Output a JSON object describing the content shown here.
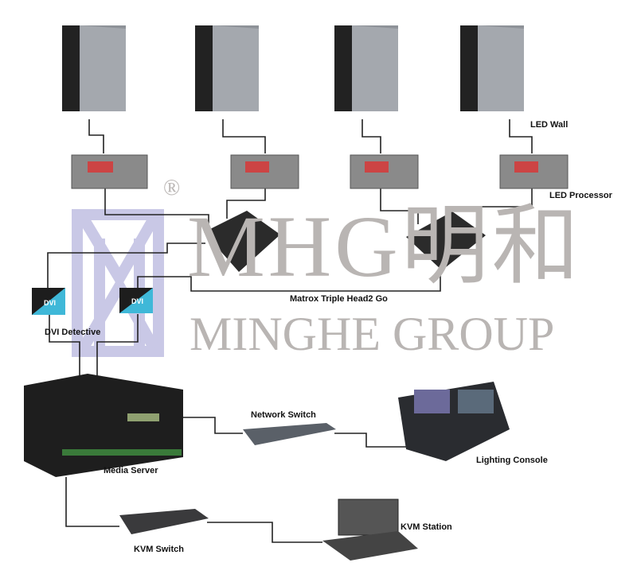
{
  "watermark": {
    "brand": "MHG明和",
    "group": "MINGHE GROUP",
    "registered": "®"
  },
  "labels": {
    "led_wall": "LED Wall",
    "led_processor": "LED Processor",
    "matrox": "Matrox Triple Head2 Go",
    "dvi_detective": "DVI Detective",
    "network_switch": "Network Switch",
    "lighting_console": "Lighting Console",
    "media_server": "Media Server",
    "kvm_switch": "KVM Switch",
    "kvm_station": "KVM Station"
  },
  "device_text": {
    "dvi": "DVI"
  },
  "colors": {
    "line": "#222222",
    "device": "#2a2a2a",
    "watermark": "#b9b5b3",
    "logo": "#c9c8e6",
    "dvi_accent": "#3fb8d8"
  }
}
